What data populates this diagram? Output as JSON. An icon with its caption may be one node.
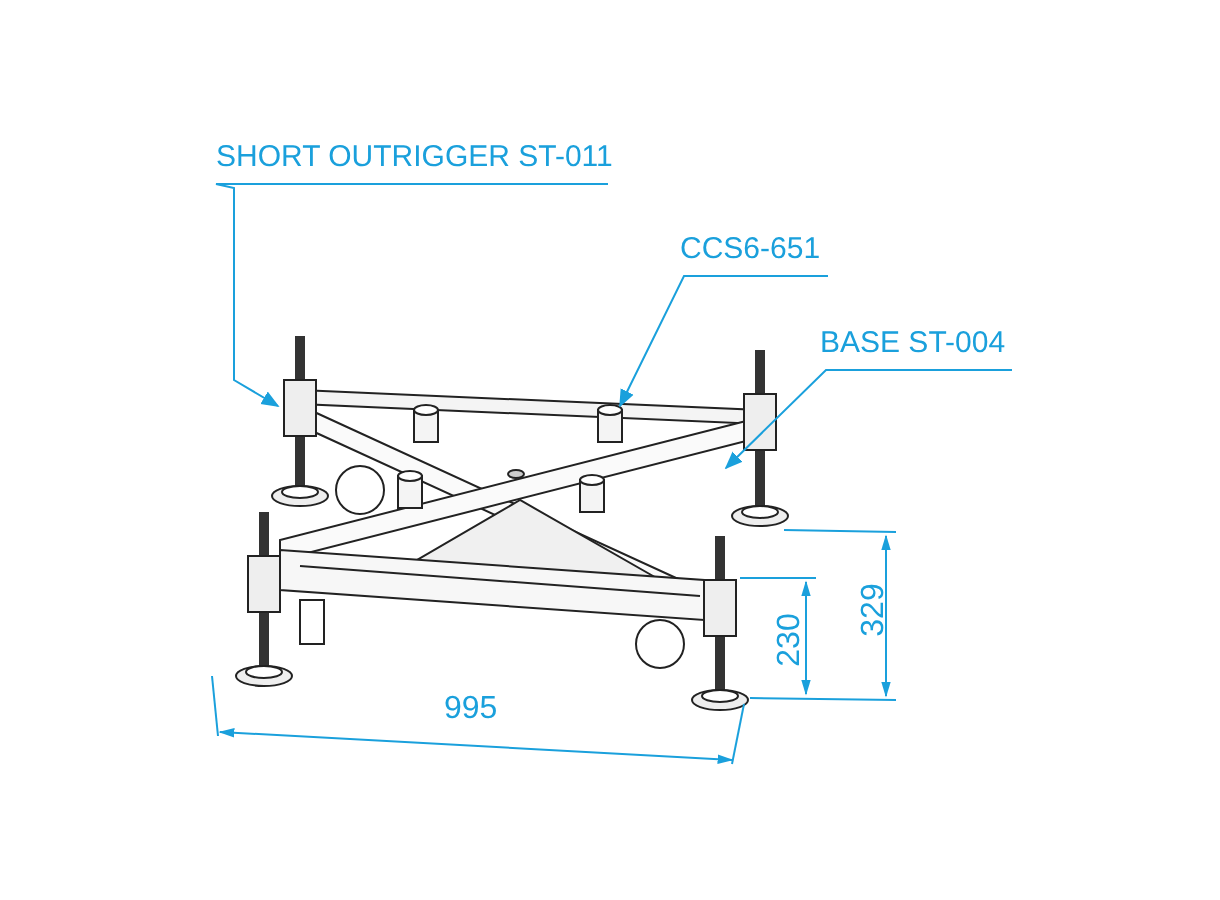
{
  "diagram": {
    "nodes": [
      {
        "text": [
          "SHORT OUTRIGGER ST-011"
        ]
      },
      {
        "text": [
          "CCS6-651"
        ]
      },
      {
        "text": [
          "BASE ST-004"
        ]
      }
    ],
    "edges": [
      {
        "from": 0,
        "to": null,
        "arrow": "to"
      },
      {
        "from": 1,
        "to": null,
        "arrow": "to"
      },
      {
        "from": 2,
        "to": null,
        "arrow": "to"
      }
    ],
    "labels": [
      "995",
      "230",
      "329"
    ]
  }
}
